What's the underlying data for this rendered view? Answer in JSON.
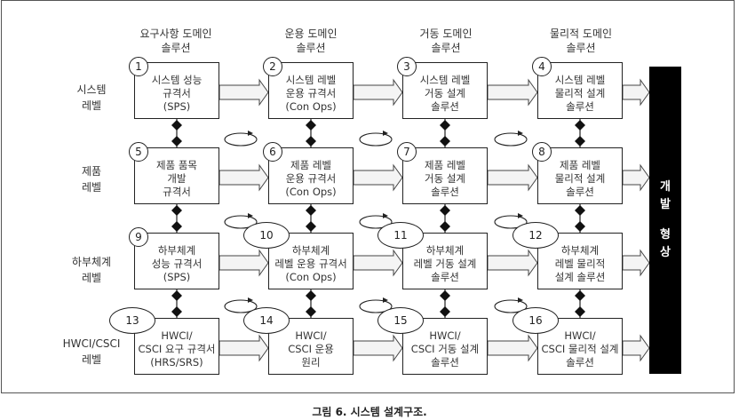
{
  "column_headers": [
    "요구사항 도메인\n솔루션",
    "운용 도메인\n솔루션",
    "거동 도메인\n솔루션",
    "물리적 도메인\n솔루션"
  ],
  "row_labels": [
    "시스템\n레벨",
    "제품\n레벨",
    "하부체계\n레벨",
    "HWCI/CSCI\n레벨"
  ],
  "boxes": [
    {
      "num": "1",
      "text": "시스템 성능\n규격서\n(SPS)"
    },
    {
      "num": "2",
      "text": "시스템 레벨\n운용 규격서\n(Con Ops)"
    },
    {
      "num": "3",
      "text": "시스템 레벨\n거동 설계\n솔루션"
    },
    {
      "num": "4",
      "text": "시스템 레벨\n물리적 설계\n솔루션"
    },
    {
      "num": "5",
      "text": "제품 품목\n개발\n규격서"
    },
    {
      "num": "6",
      "text": "제품 레벨\n운용 규격서\n(Con Ops)"
    },
    {
      "num": "7",
      "text": "제품 레벨\n거동 설계\n솔루션"
    },
    {
      "num": "8",
      "text": "제품 레벨\n물리적 설계\n솔루션"
    },
    {
      "num": "9",
      "text": "하부체계\n성능 규격서\n(SPS)"
    },
    {
      "num": "10",
      "text": "하부체계\n레벨 운용 규격서\n(Con Ops)"
    },
    {
      "num": "11",
      "text": "하부체계\n레벨 거동 설계\n솔루션"
    },
    {
      "num": "12",
      "text": "하부체계\n레벨 물리적\n설계 솔루션"
    },
    {
      "num": "13",
      "text": "HWCI/\nCSCI 요구 규격서\n(HRS/SRS)"
    },
    {
      "num": "14",
      "text": "HWCI/\nCSCI 운용\n원리"
    },
    {
      "num": "15",
      "text": "HWCI/\nCSCI 거동 설계\n솔루션"
    },
    {
      "num": "16",
      "text": "HWCI/\nCSCI 물리적 설계\n솔루션"
    }
  ],
  "dev_bar": {
    "line1": "개",
    "line2": "발",
    "line3": "형",
    "line4": "상"
  },
  "caption": "그림 6. 시스템 설계구조."
}
